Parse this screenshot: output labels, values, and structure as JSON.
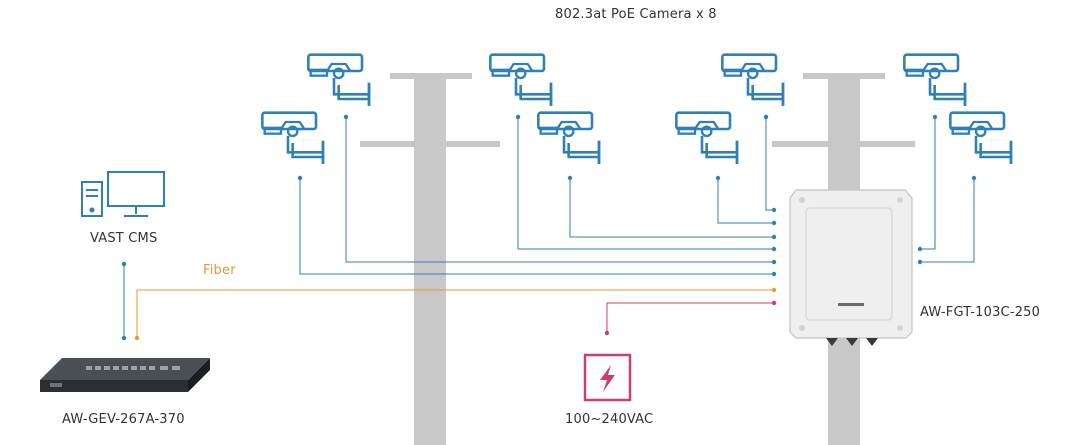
{
  "diagram": {
    "title": "802.3at PoE Camera x 8",
    "cms_label": "VAST CMS",
    "fiber_label": "Fiber",
    "device_label": "AW-FGT-103C-250",
    "switch_label": "AW-GEV-267A-370",
    "power_label": "100~240VAC",
    "camera_count": 8
  },
  "colors": {
    "pole": "#c8c8c8",
    "network_line": "#2f7fb8",
    "fiber_line": "#e09a36",
    "power_line": "#c93f74",
    "camera_outline": "#2f7fb8",
    "device_body": "#efefef",
    "switch_body": "#2b2f33"
  }
}
